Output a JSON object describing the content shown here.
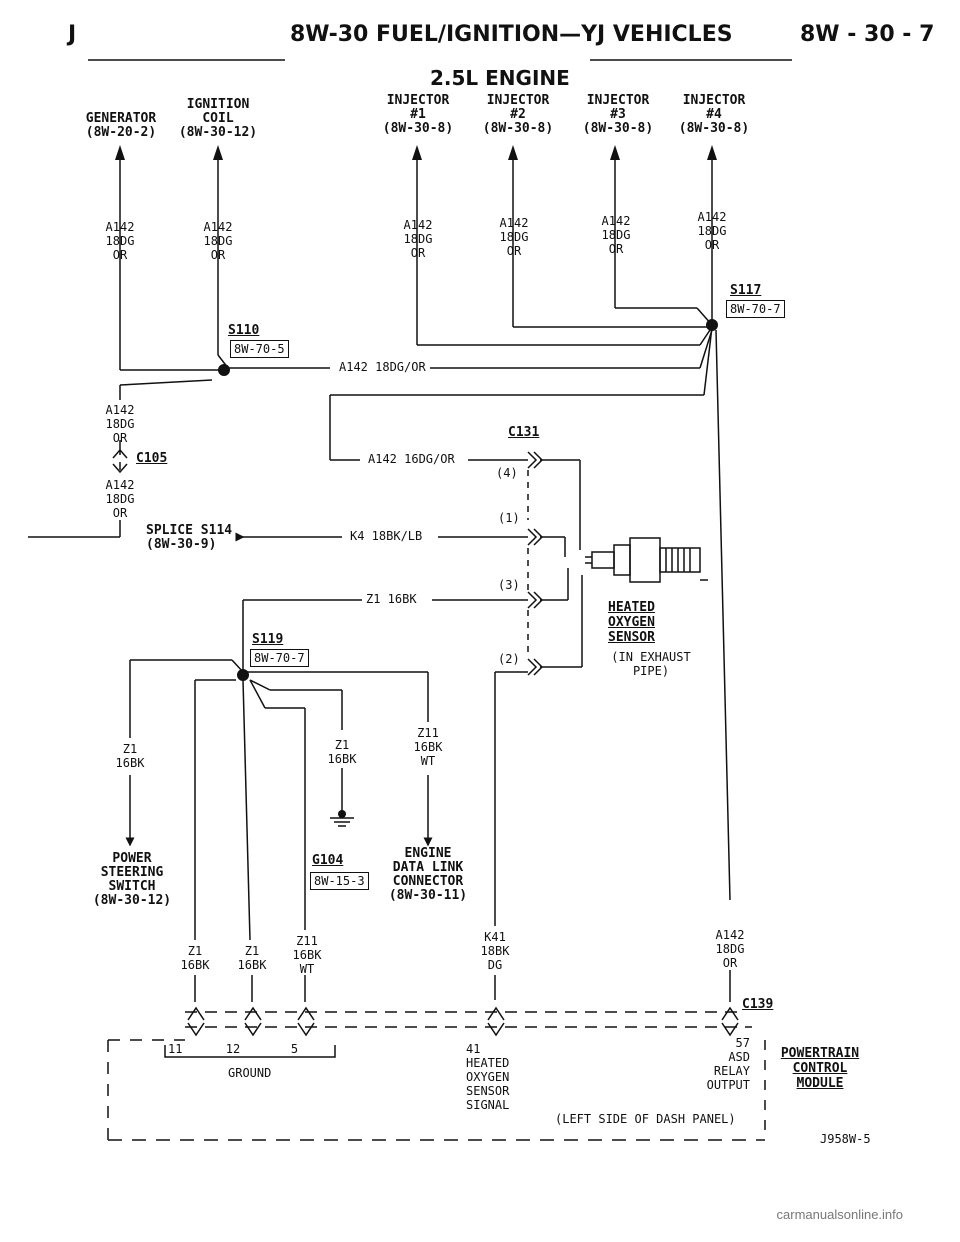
{
  "header": {
    "left": "J",
    "center": "8W-30 FUEL/IGNITION—YJ VEHICLES",
    "right": "8W - 30 - 7",
    "subtitle": "2.5L ENGINE"
  },
  "components": {
    "generator": "GENERATOR\n(8W-20-2)",
    "ignition_coil": "IGNITION\nCOIL\n(8W-30-12)",
    "injector1": "INJECTOR\n#1\n(8W-30-8)",
    "injector2": "INJECTOR\n#2\n(8W-30-8)",
    "injector3": "INJECTOR\n#3\n(8W-30-8)",
    "injector4": "INJECTOR\n#4\n(8W-30-8)",
    "power_steering": "POWER\nSTEERING\nSWITCH\n(8W-30-12)",
    "data_link": "ENGINE\nDATA LINK\nCONNECTOR\n(8W-30-11)",
    "splice_s114": "SPLICE S114\n(8W-30-9)",
    "o2_sensor_title": "HEATED\nOXYGEN\nSENSOR",
    "o2_sensor_note": "(IN EXHAUST\nPIPE)",
    "pcm": "POWERTRAIN\nCONTROL\nMODULE",
    "pcm_location": "(LEFT SIDE OF DASH PANEL)"
  },
  "wires": {
    "w_gen": "A142\n18DG\nOR",
    "w_coil": "A142\n18DG\nOR",
    "w_inj1": "A142\n18DG\nOR",
    "w_inj2": "A142\n18DG\nOR",
    "w_inj3": "A142\n18DG\nOR",
    "w_inj4": "A142\n18DG\nOR",
    "w_s110_down": "A142\n18DG\nOR",
    "w_c105_down": "A142\n18DG\nOR",
    "w_a142_horiz": "A142 18DG/OR",
    "w_a142_c131": "A142 16DG/OR",
    "w_k4": "K4 18BK/LB",
    "w_z1": "Z1 16BK",
    "w_ps": "Z1\n16BK",
    "w_g104": "Z1\n16BK",
    "w_dlc": "Z11\n16BK\nWT",
    "w_pcm11": "Z1\n16BK",
    "w_pcm12": "Z1\n16BK",
    "w_pcm5": "Z11\n16BK\nWT",
    "w_k41": "K41\n18BK\nDG",
    "w_pcm57": "A142\n18DG\nOR"
  },
  "splices": {
    "s110": "S110",
    "s110_ref": "8W-70-5",
    "s117": "S117",
    "s117_ref": "8W-70-7",
    "s119": "S119",
    "s119_ref": "8W-70-7"
  },
  "grounds": {
    "g104": "G104",
    "g104_ref": "8W-15-3"
  },
  "connectors": {
    "c105": "C105",
    "c131": "C131",
    "c139": "C139",
    "c131_pin4": "(4)",
    "c131_pin1": "(1)",
    "c131_pin3": "(3)",
    "c131_pin2": "(2)"
  },
  "pcm_pins": {
    "pins_ground": "11      12       5",
    "ground_label": "GROUND",
    "pin41": "41\nHEATED\nOXYGEN\nSENSOR\nSIGNAL",
    "pin57": "57\nASD\nRELAY\nOUTPUT"
  },
  "figure_id": "J958W-5",
  "watermark": "carmanualsonline.info"
}
